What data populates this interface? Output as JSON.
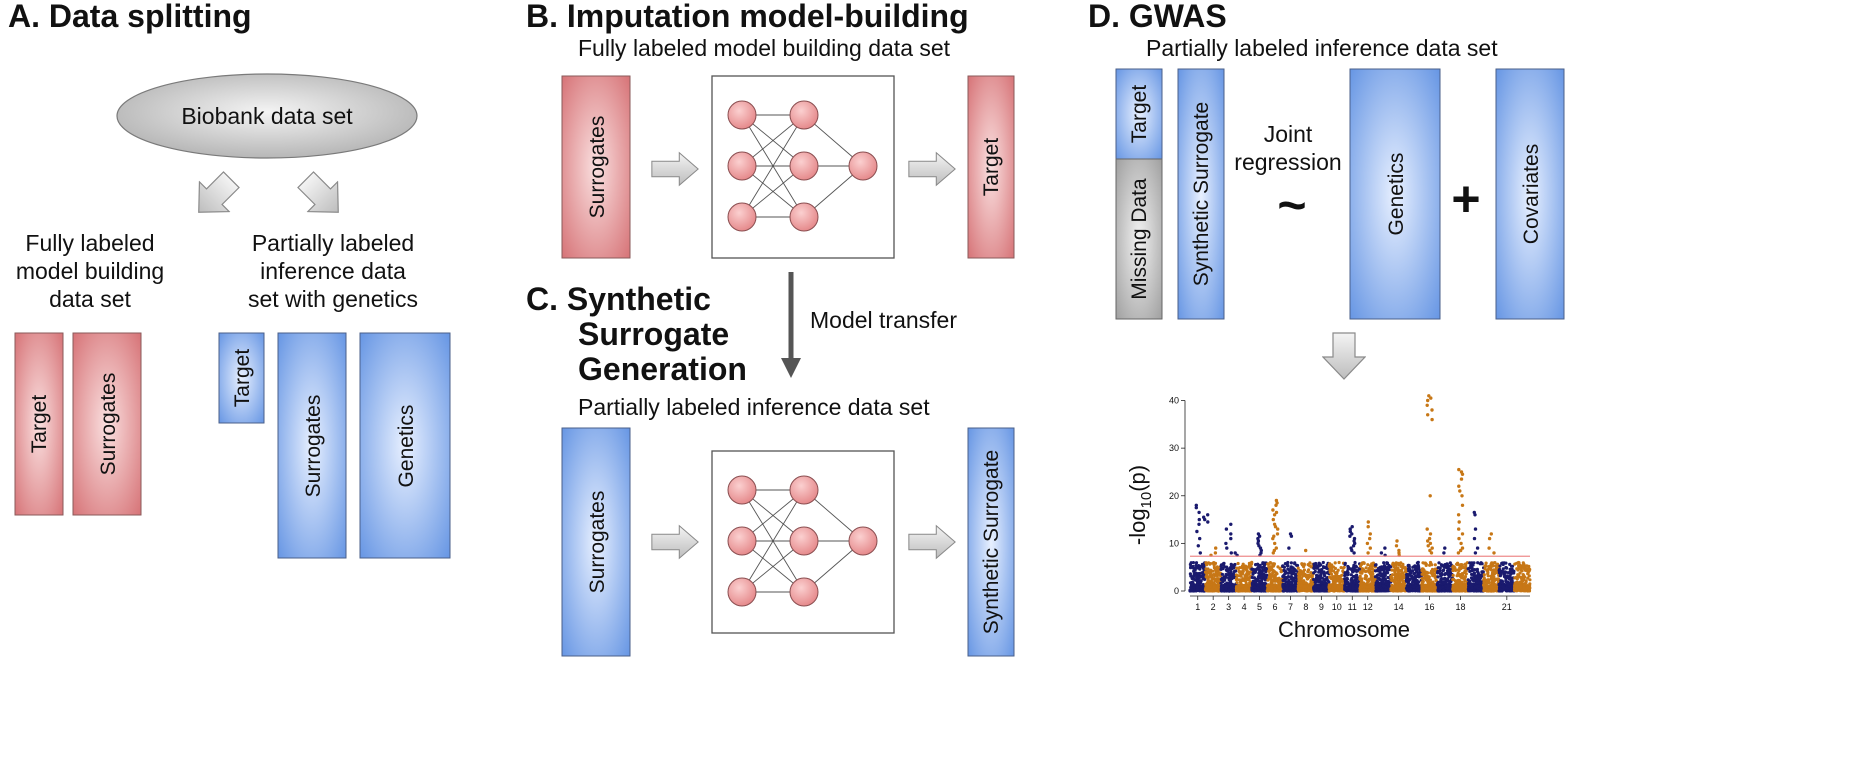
{
  "panels": {
    "a": {
      "title": "A.   Data splitting",
      "ellipse_label": "Biobank data set",
      "left_desc": [
        "Fully labeled",
        "model building",
        "data set"
      ],
      "right_desc": [
        "Partially labeled",
        "inference data",
        "set with genetics"
      ],
      "left_boxes": [
        "Target",
        "Surrogates"
      ],
      "right_boxes": [
        "Target",
        "Surrogates",
        "Genetics"
      ]
    },
    "b": {
      "title": "B.   Imputation model-building",
      "subtitle": "Fully labeled model building data set",
      "input_label": "Surrogates",
      "output_label": "Target"
    },
    "c": {
      "title_lines": [
        "C.   Synthetic",
        "Surrogate",
        "Generation"
      ],
      "subtitle": "Partially labeled inference data set",
      "input_label": "Surrogates",
      "output_label": "Synthetic Surrogate",
      "transfer_label": "Model transfer"
    },
    "d": {
      "title": "D.   GWAS",
      "subtitle": "Partially labeled inference data set",
      "stack_top_label": "Target",
      "stack_bottom_label": "Missing Data",
      "synthetic_label": "Synthetic Surrogate",
      "joint_label": [
        "Joint",
        "regression"
      ],
      "tilde": "~",
      "plus": "+",
      "genetics_label": "Genetics",
      "covariates_label": "Covariates"
    }
  },
  "colors": {
    "red_light": "#f8dcdc",
    "red_dark": "#d26b6f",
    "blue_light": "#e6efff",
    "blue_dark": "#5d8fe0",
    "gray_light": "#f0f0f0",
    "gray_dark": "#9a9a9a",
    "node_fill": "#ee9a9c",
    "chrom_odd": "#1a1a6e",
    "chrom_even": "#c77716",
    "threshold": "#ee8c8c"
  },
  "chart_data": {
    "type": "scatter",
    "subtype": "manhattan",
    "xlabel": "Chromosome",
    "ylabel_base": "-log",
    "ylabel_sub": "10",
    "ylabel_tail": "(p)",
    "ylim": [
      0,
      42
    ],
    "yticks": [
      0,
      10,
      20,
      30,
      40
    ],
    "x_tick_labels": [
      "1",
      "2",
      "3",
      "4",
      "5",
      "6",
      "7",
      "8",
      "9",
      "10",
      "11",
      "12",
      "14",
      "16",
      "18",
      "21"
    ],
    "x_tick_positions": [
      1,
      2,
      3,
      4,
      5,
      6,
      7,
      8,
      9,
      10,
      11,
      12,
      14,
      16,
      18,
      21
    ],
    "chromosomes": [
      1,
      2,
      3,
      4,
      5,
      6,
      7,
      8,
      9,
      10,
      11,
      12,
      13,
      14,
      15,
      16,
      17,
      18,
      19,
      20,
      21,
      22
    ],
    "threshold": 7.3,
    "background_max": 6,
    "peaks": [
      {
        "chrom": 1,
        "values": [
          18,
          17.5,
          16.5,
          15,
          14,
          12.5,
          11,
          9.5,
          8
        ]
      },
      {
        "chrom": 1.5,
        "values": [
          16,
          15.5,
          15,
          14.5
        ]
      },
      {
        "chrom": 2,
        "values": [
          9,
          8,
          7.5
        ]
      },
      {
        "chrom": 3,
        "values": [
          14,
          13,
          12,
          11,
          10,
          9,
          8
        ]
      },
      {
        "chrom": 3.5,
        "values": [
          8,
          7.5
        ]
      },
      {
        "chrom": 5,
        "values": [
          12,
          11.5,
          11,
          10.5,
          10,
          9.5,
          9,
          8.5,
          8,
          7.5
        ]
      },
      {
        "chrom": 6,
        "values": [
          19,
          18.5,
          18,
          17,
          16.5,
          16,
          15,
          14,
          13.5,
          13,
          12,
          11.5,
          11,
          10,
          9,
          8.5,
          8
        ]
      },
      {
        "chrom": 7,
        "values": [
          12,
          11.5,
          9
        ]
      },
      {
        "chrom": 8,
        "values": [
          8.5
        ]
      },
      {
        "chrom": 11,
        "values": [
          13.5,
          13,
          12.5,
          12,
          11.5,
          11,
          10.5,
          10,
          9.5,
          9,
          8.5,
          8
        ]
      },
      {
        "chrom": 12,
        "values": [
          14.5,
          13.5,
          12,
          11,
          10,
          9,
          8
        ]
      },
      {
        "chrom": 13,
        "values": [
          9,
          8,
          7.5
        ]
      },
      {
        "chrom": 14,
        "values": [
          10.5,
          9.5,
          8.5,
          8,
          7.5
        ]
      },
      {
        "chrom": 16,
        "values": [
          41,
          40.5,
          40,
          39,
          38,
          37,
          36,
          20,
          13,
          12,
          11,
          10.5,
          10,
          9.5,
          9,
          8.5,
          8
        ]
      },
      {
        "chrom": 17,
        "values": [
          9,
          8
        ]
      },
      {
        "chrom": 18,
        "values": [
          25.5,
          25,
          24.5,
          23.5,
          22,
          21,
          20,
          18,
          16,
          14.5,
          13,
          12,
          11,
          10,
          9,
          8.5,
          8
        ]
      },
      {
        "chrom": 19,
        "values": [
          16.5,
          16,
          13,
          11,
          9,
          8
        ]
      },
      {
        "chrom": 20,
        "values": [
          12,
          11,
          9,
          8
        ]
      }
    ]
  }
}
